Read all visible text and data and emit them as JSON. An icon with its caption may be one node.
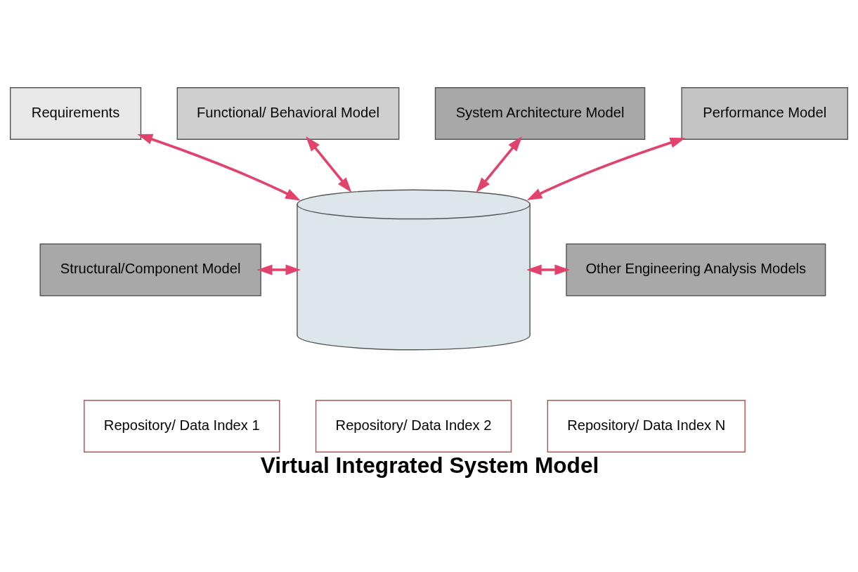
{
  "diagram": {
    "caption": "Virtual Integrated System Model",
    "nodes": [
      {
        "text": [
          "Requirements"
        ]
      },
      {
        "text": [
          "Functional/ Behavioral Model"
        ]
      },
      {
        "text": [
          "System Architecture Model"
        ]
      },
      {
        "text": [
          "Performance Model"
        ]
      },
      {
        "text": [
          "Structural/Component Model"
        ]
      },
      {
        "text": [],
        "shape": "cylinder"
      },
      {
        "text": [
          "Other Engineering Analysis Models"
        ]
      },
      {
        "text": [
          "Repository/ Data Index 1"
        ]
      },
      {
        "text": [
          "Repository/ Data Index 2"
        ]
      },
      {
        "text": [
          "Repository/ Data Index N"
        ]
      }
    ],
    "edges": [
      {
        "from": 0,
        "to": 5,
        "arrow": "both"
      },
      {
        "from": 1,
        "to": 5,
        "arrow": "both"
      },
      {
        "from": 2,
        "to": 5,
        "arrow": "both"
      },
      {
        "from": 3,
        "to": 5,
        "arrow": "both"
      },
      {
        "from": 4,
        "to": 5,
        "arrow": "both"
      },
      {
        "from": 5,
        "to": 6,
        "arrow": "both"
      }
    ]
  }
}
